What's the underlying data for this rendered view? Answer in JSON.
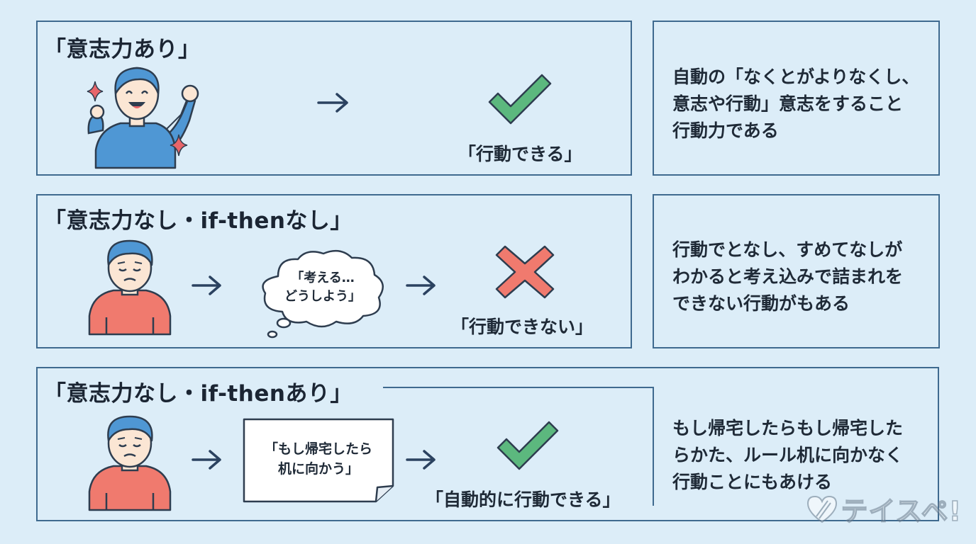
{
  "rows": [
    {
      "title": "「意志力あり」",
      "result": "「行動できる」",
      "description": "自動の「なくとがよりなくし、\n意志や行動」意志をすること\n行動力である"
    },
    {
      "title": "「意志力なし・if-thenなし」",
      "thought": "「考える…\nどうしよう」",
      "result": "「行動できない」",
      "description": "行動でとなし、すめてなしが\nわかると考え込みで詰まれを\nできない行動がもある"
    },
    {
      "title": "「意志力なし・if-thenあり」",
      "note": "「もし帰宅したら\n机に向かう」",
      "result": "「自動的に行動できる」",
      "description": "もし帰宅したらもし帰宅した\nらかた、ルール机に向かなく\n行動ことにもあける"
    }
  ],
  "logo": {
    "text": "テイスペ!"
  },
  "colors": {
    "background": "#dcedf8",
    "panel_border": "#3f6a8f",
    "check": "#5cb87e",
    "cross": "#f07a6e",
    "shirt_blue": "#4f97d4",
    "shirt_red": "#f07a6e",
    "sparkle": "#e8656a"
  },
  "icons": [
    "sparkle-icon",
    "arrow-right-icon",
    "checkmark-icon",
    "cross-icon",
    "thought-bubble-icon",
    "note-paper-icon",
    "heart-logo-icon"
  ]
}
